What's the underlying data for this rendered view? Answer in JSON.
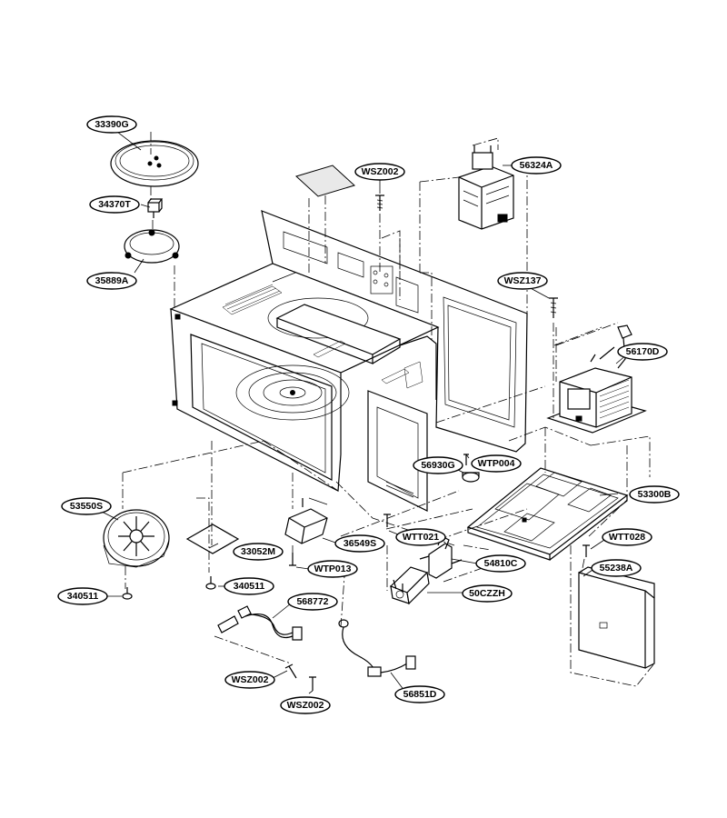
{
  "diagram": {
    "labels": [
      {
        "id": "33390G",
        "text": "33390G"
      },
      {
        "id": "34370T",
        "text": "34370T"
      },
      {
        "id": "35889A",
        "text": "35889A"
      },
      {
        "id": "WSZ002_top",
        "text": "WSZ002"
      },
      {
        "id": "56324A",
        "text": "56324A"
      },
      {
        "id": "WSZ137",
        "text": "WSZ137"
      },
      {
        "id": "56170D",
        "text": "56170D"
      },
      {
        "id": "56930G",
        "text": "56930G"
      },
      {
        "id": "WTP004",
        "text": "WTP004"
      },
      {
        "id": "53300B",
        "text": "53300B"
      },
      {
        "id": "53550S",
        "text": "53550S"
      },
      {
        "id": "33052M",
        "text": "33052M"
      },
      {
        "id": "36549S",
        "text": "36549S"
      },
      {
        "id": "WTT021",
        "text": "WTT021"
      },
      {
        "id": "WTT028",
        "text": "WTT028"
      },
      {
        "id": "54810C",
        "text": "54810C"
      },
      {
        "id": "55238A",
        "text": "55238A"
      },
      {
        "id": "WTP013",
        "text": "WTP013"
      },
      {
        "id": "340511_left",
        "text": "340511"
      },
      {
        "id": "340511_mid",
        "text": "340511"
      },
      {
        "id": "568772",
        "text": "568772"
      },
      {
        "id": "50CZZH",
        "text": "50CZZH"
      },
      {
        "id": "WSZ002_bl",
        "text": "WSZ002"
      },
      {
        "id": "WSZ002_bm",
        "text": "WSZ002"
      },
      {
        "id": "56851D",
        "text": "56851D"
      }
    ]
  }
}
